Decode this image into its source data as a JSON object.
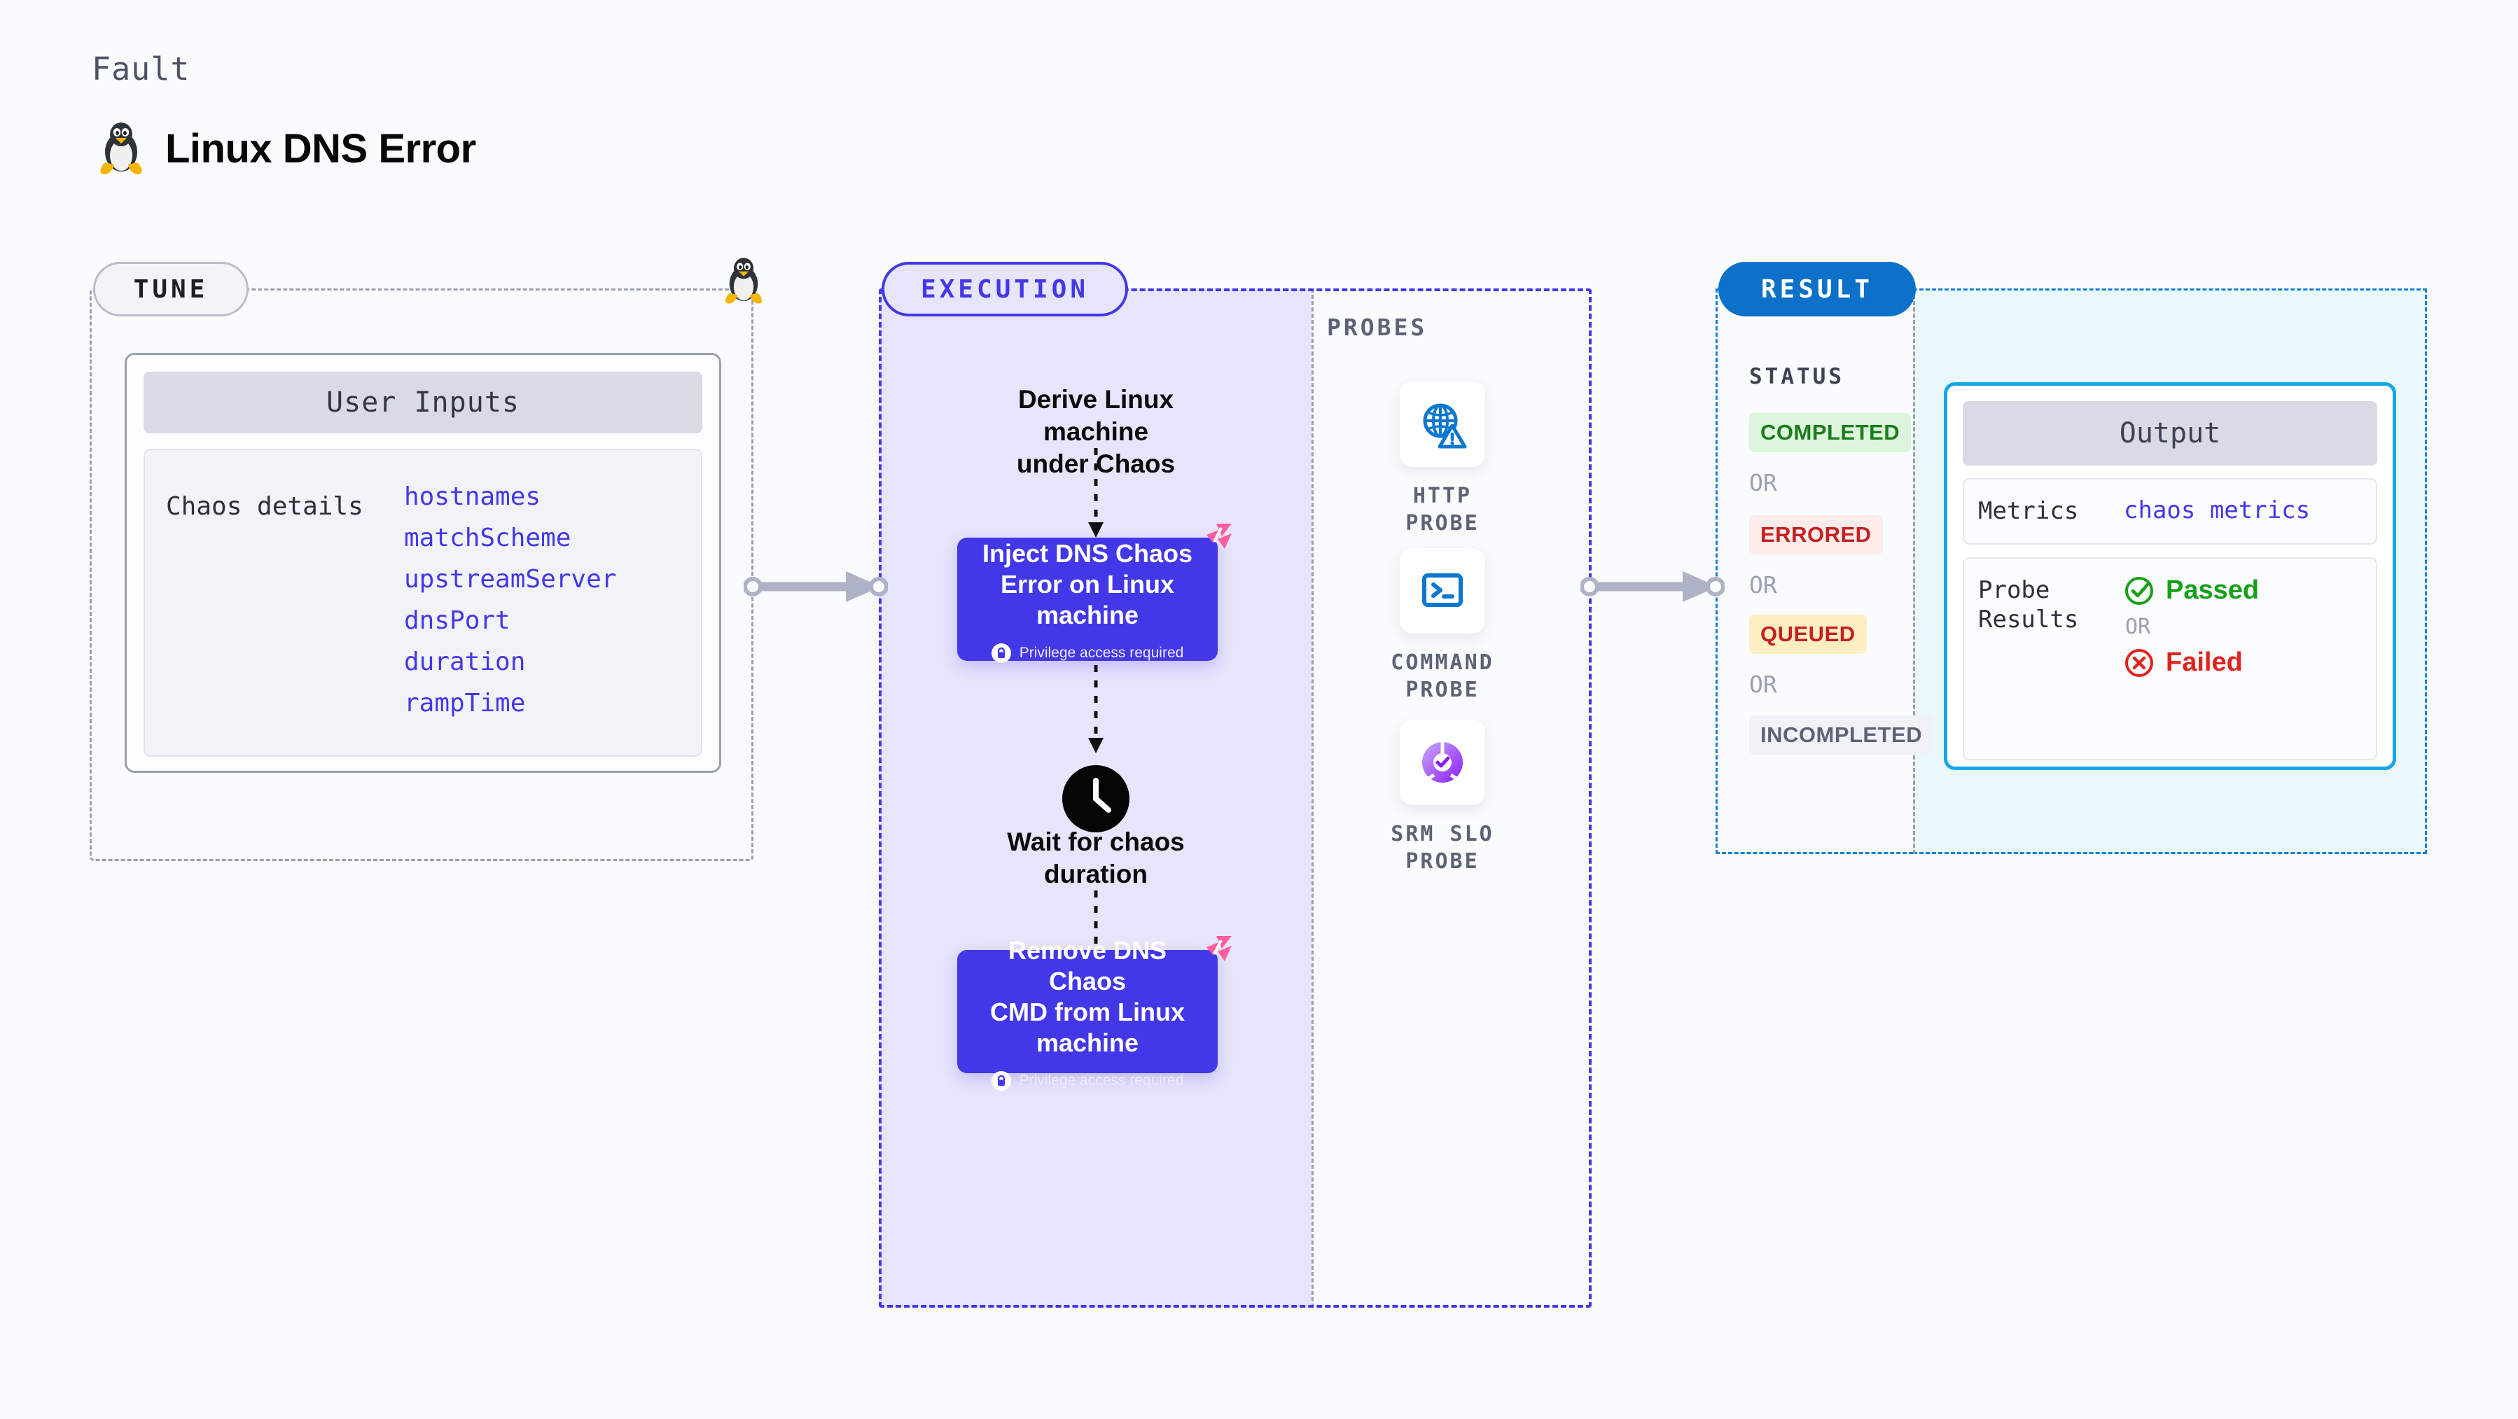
{
  "header": {
    "kicker": "Fault",
    "title": "Linux DNS Error",
    "icon": "linux-penguin-icon"
  },
  "tune": {
    "pill_label": "TUNE",
    "card_title": "User Inputs",
    "details_label": "Chaos details",
    "params": [
      "hostnames",
      "matchScheme",
      "upstreamServer",
      "dnsPort",
      "duration",
      "rampTime"
    ]
  },
  "execution": {
    "pill_label": "EXECUTION",
    "derive_text_line1": "Derive Linux machine",
    "derive_text_line2": "under Chaos",
    "inject_step": {
      "title_line1": "Inject DNS Chaos",
      "title_line2": "Error on Linux",
      "title_line3": "machine",
      "privilege_note": "Privilege access required"
    },
    "wait_step": {
      "line1": "Wait for chaos",
      "line2": "duration",
      "icon": "clock-icon"
    },
    "remove_step": {
      "title_line1": "Remove DNS Chaos",
      "title_line2": "CMD from Linux",
      "title_line3": "machine",
      "privilege_note": "Privilege access required"
    }
  },
  "probes": {
    "section_label": "PROBES",
    "items": [
      {
        "label_line1": "HTTP  PROBE",
        "label_line2": "",
        "icon": "globe-warning-icon"
      },
      {
        "label_line1": "COMMAND",
        "label_line2": "PROBE",
        "icon": "terminal-icon"
      },
      {
        "label_line1": "SRM  SLO",
        "label_line2": "PROBE",
        "icon": "slo-donut-check-icon"
      }
    ]
  },
  "result": {
    "pill_label": "RESULT",
    "status_label": "STATUS",
    "or_label": "OR",
    "statuses": [
      {
        "text": "COMPLETED",
        "bg": "#dcf5dc",
        "color": "#1a7d1a"
      },
      {
        "text": "ERRORED",
        "bg": "#fdecea",
        "color": "#c62020"
      },
      {
        "text": "QUEUED",
        "bg": "#fdeec4",
        "color": "#c62020"
      },
      {
        "text": "INCOMPLETED",
        "bg": "#f1f2f7",
        "color": "#5d6377"
      }
    ],
    "output": {
      "title": "Output",
      "metrics_key": "Metrics",
      "metrics_value": "chaos metrics",
      "probe_key_line1": "Probe",
      "probe_key_line2": "Results",
      "passed": "Passed",
      "failed": "Failed",
      "or_label": "OR"
    }
  },
  "colors": {
    "accent_purple": "#4338e8",
    "accent_blue": "#0d71c9",
    "accent_cyan": "#16a6e8",
    "harness_pink": "#ff5f9e",
    "panel_lavender": "#e6e5fb",
    "panel_cyan": "#e9f8fd",
    "page_bg": "#fafbfd"
  }
}
